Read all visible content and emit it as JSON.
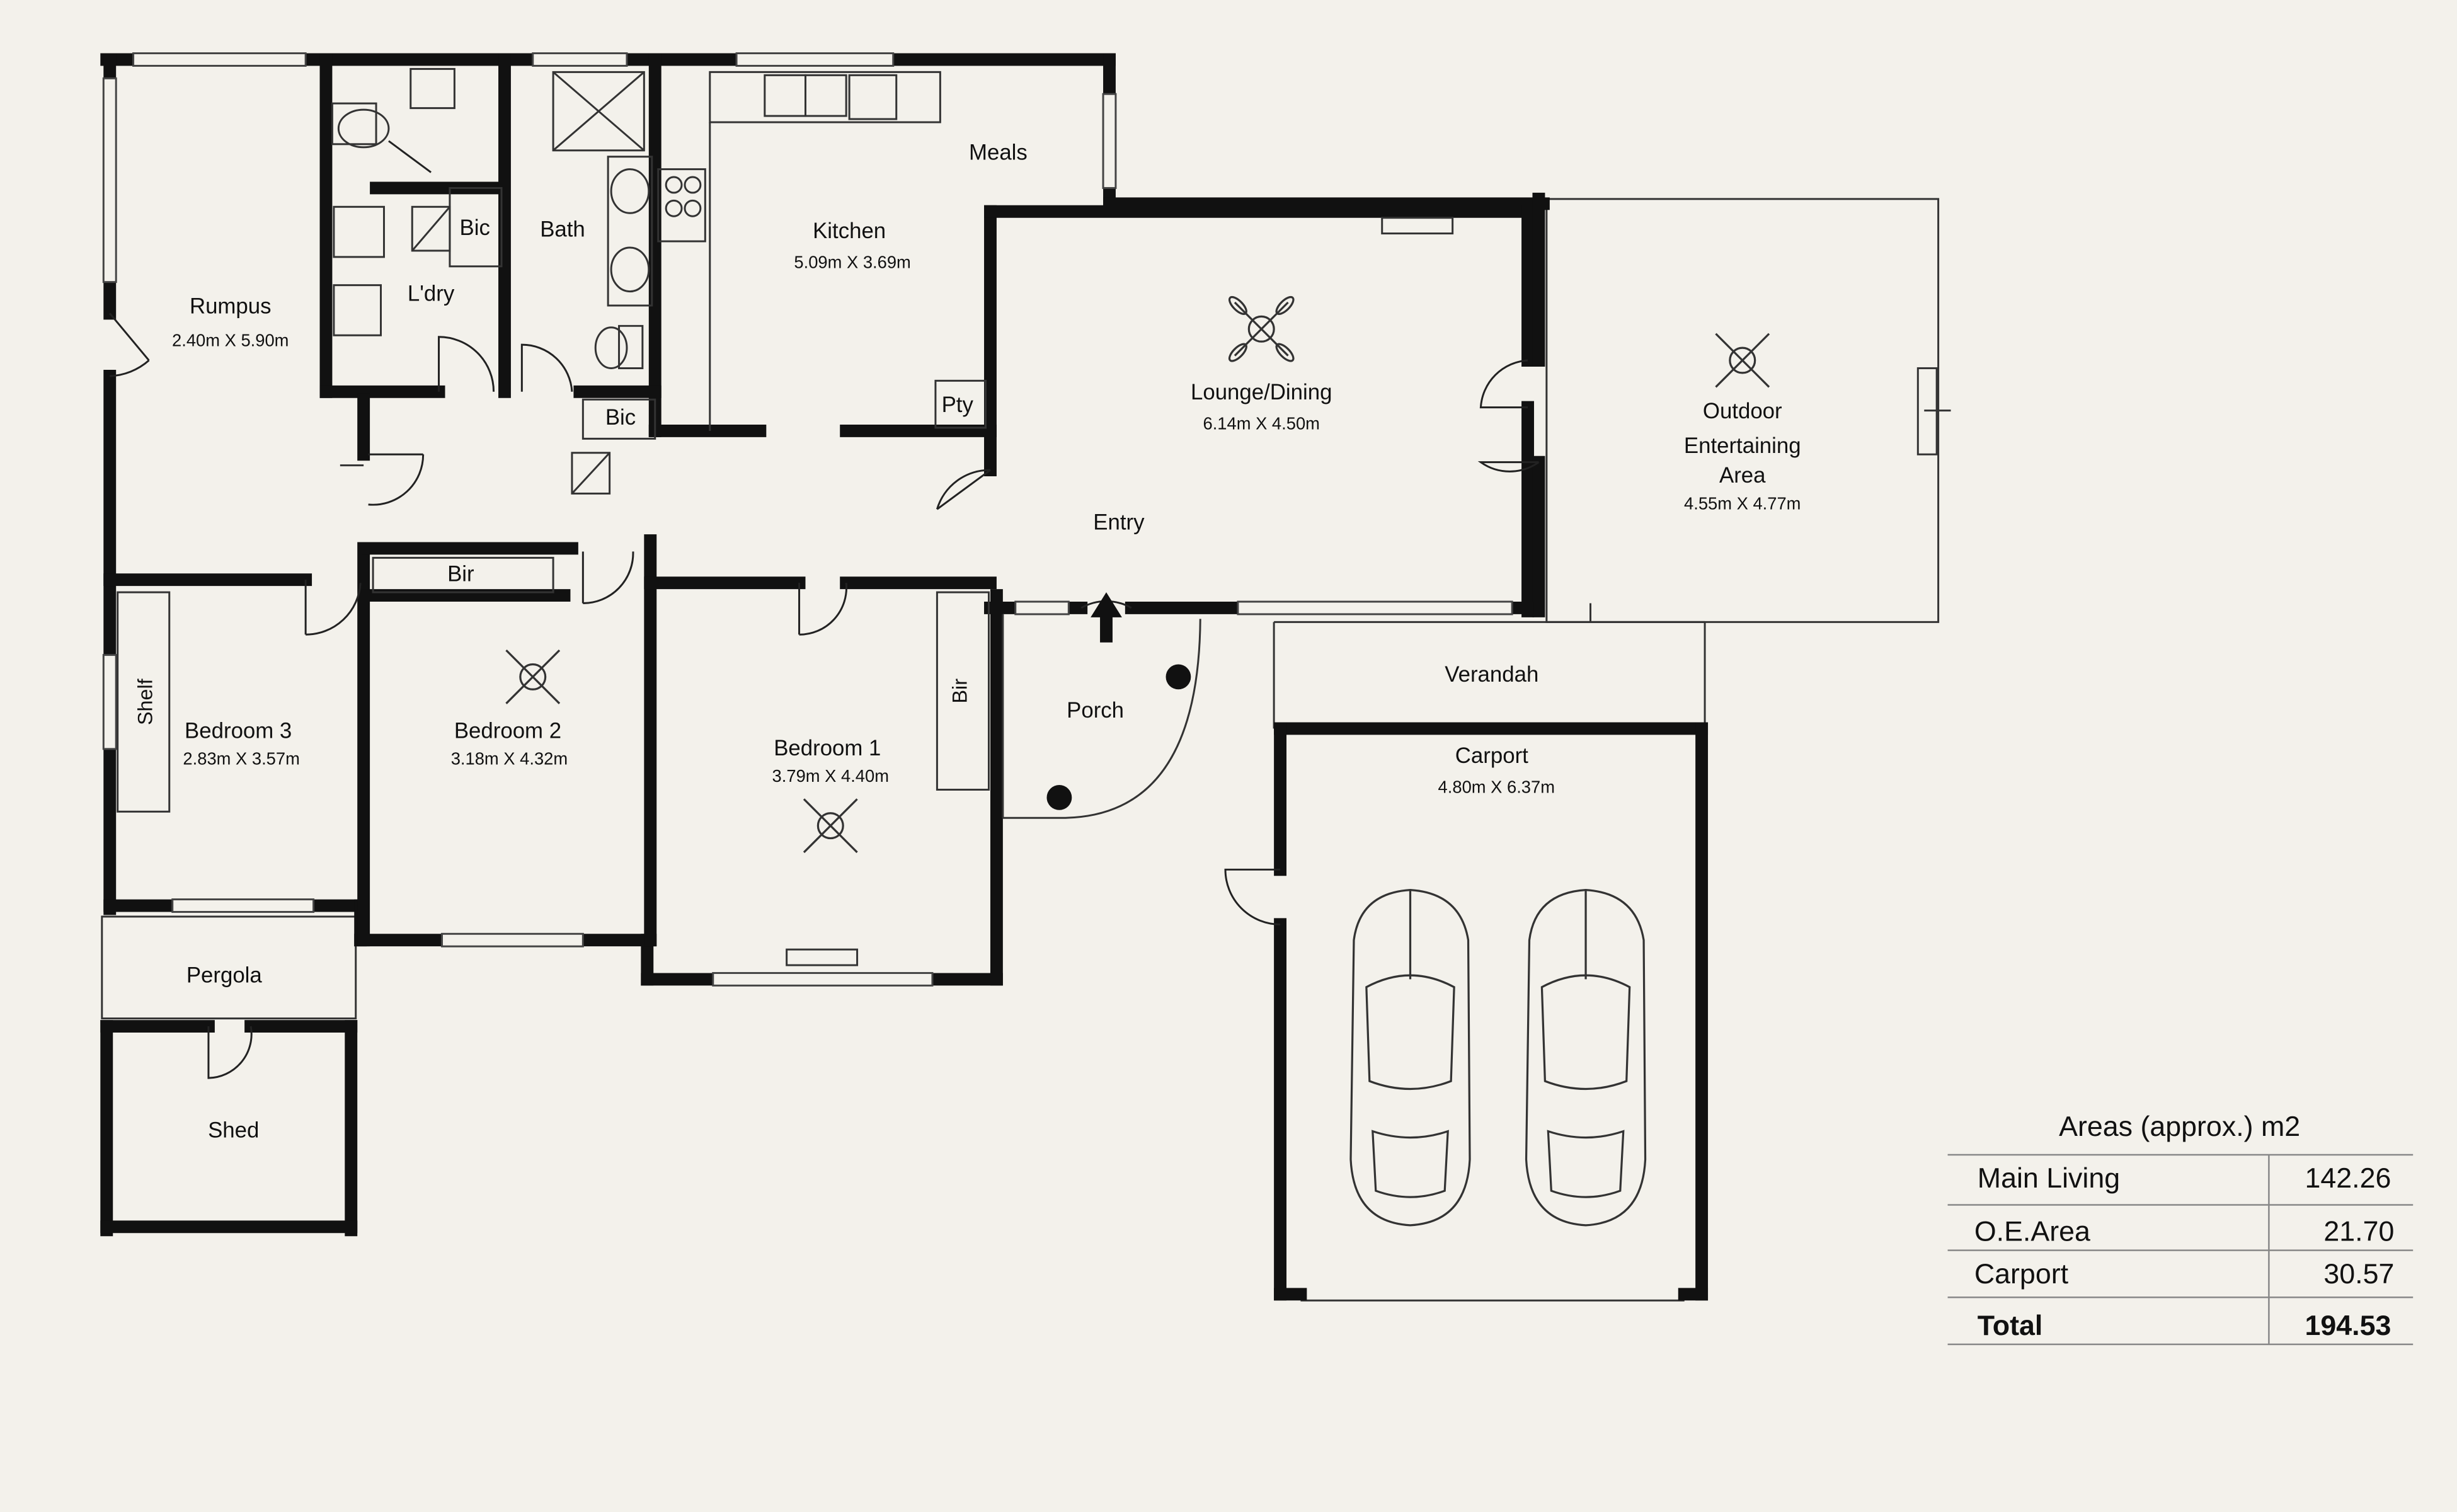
{
  "rooms": {
    "rumpus": {
      "name": "Rumpus",
      "dims": "2.40m X 5.90m"
    },
    "laundry": {
      "name": "L'dry"
    },
    "bic_laundry": {
      "name": "Bic"
    },
    "bath": {
      "name": "Bath"
    },
    "kitchen": {
      "name": "Kitchen",
      "dims": "5.09m X 3.69m"
    },
    "meals": {
      "name": "Meals"
    },
    "bic_hall": {
      "name": "Bic"
    },
    "pantry": {
      "name": "Pty"
    },
    "lounge": {
      "name": "Lounge/Dining",
      "dims": "6.14m X 4.50m"
    },
    "outdoor": {
      "line1": "Outdoor",
      "line2": "Entertaining",
      "line3": "Area",
      "dims": "4.55m X 4.77m"
    },
    "entry": {
      "name": "Entry"
    },
    "bir2": {
      "name": "Bir"
    },
    "bedroom3": {
      "name": "Bedroom 3",
      "dims": "2.83m X 3.57m"
    },
    "shelf": {
      "name": "Shelf"
    },
    "bedroom2": {
      "name": "Bedroom 2",
      "dims": "3.18m X 4.32m"
    },
    "bedroom1": {
      "name": "Bedroom 1",
      "dims": "3.79m X 4.40m"
    },
    "bir1": {
      "name": "Bir"
    },
    "porch": {
      "name": "Porch"
    },
    "verandah": {
      "name": "Verandah"
    },
    "carport": {
      "name": "Carport",
      "dims": "4.80m X 6.37m"
    },
    "pergola": {
      "name": "Pergola"
    },
    "shed": {
      "name": "Shed"
    }
  },
  "areas": {
    "title": "Areas (approx.) m2",
    "rows": [
      {
        "label": "Main Living",
        "value": "142.26"
      },
      {
        "label": "O.E.Area",
        "value": "21.70"
      },
      {
        "label": "Carport",
        "value": "30.57"
      }
    ],
    "total": {
      "label": "Total",
      "value": "194.53"
    }
  },
  "colors": {
    "background": "#f3f1eb",
    "wall": "#111111",
    "line": "#222222"
  }
}
